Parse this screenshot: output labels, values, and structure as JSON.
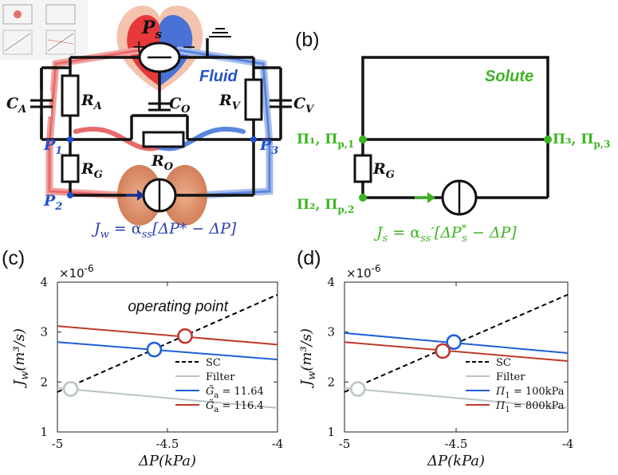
{
  "panels": {
    "a": {
      "source_label": "P",
      "source_sub": "s",
      "plus": "+",
      "minus": "−",
      "fluid": "Fluid",
      "ca": "C",
      "ca_sub": "A",
      "ra": "R",
      "ra_sub": "A",
      "co": "C",
      "co_sub": "O",
      "rv": "R",
      "rv_sub": "V",
      "cv": "C",
      "cv_sub": "V",
      "ro": "R",
      "ro_sub": "O",
      "rg": "R",
      "rg_sub": "G",
      "p1": "P",
      "p1_sub": "1",
      "p2": "P",
      "p2_sub": "2",
      "p3": "P",
      "p3_sub": "3",
      "eq": "J",
      "eq_sub": "w",
      "eq_rhs": " = α",
      "eq_rhs_sub": "ss",
      "eq_tail": "[ΔP* − ΔP]"
    },
    "b": {
      "label": "(b)",
      "solute": "Solute",
      "n1": "Π₁, Π",
      "n1_sub": "p,1",
      "n2": "Π₂, Π",
      "n2_sub": "p,2",
      "n3": "Π₃, Π",
      "n3_sub": "p,3",
      "rg": "R",
      "rg_sub": "G",
      "eq": "J",
      "eq_sub": "s",
      "eq_rhs": " = α",
      "eq_rhs_sub": "ss",
      "eq_tail": "′[ΔP",
      "eq_tail2": "*",
      "eq_tail2_sub": "s",
      "eq_tail3": " − ΔP]"
    },
    "c": {
      "label": "(c)"
    },
    "d": {
      "label": "(d)"
    }
  },
  "colors": {
    "red": "#cc2a2a",
    "blue": "#2553c9",
    "green": "#3cb521",
    "sc": "#000000",
    "filter": "#b9c4c4",
    "series_blue": "#1f5fd8",
    "series_red": "#c0392b"
  },
  "chart_data": [
    {
      "type": "line",
      "xlabel": "ΔP(kPa)",
      "ylabel": "J_w (m³/s)",
      "ylabel_main": "J",
      "ylabel_sub": "w",
      "ylabel_rest": "(m³/s)",
      "y_scale_label": "×10",
      "y_scale_exp": "-6",
      "xlim": [
        -5,
        -4
      ],
      "ylim": [
        1,
        4
      ],
      "xticks": [
        "-5",
        "-4.5",
        "-4"
      ],
      "yticks": [
        "1",
        "2",
        "3",
        "4"
      ],
      "annotation": "operating point",
      "legend_position": "bottom-right",
      "series": [
        {
          "name": "SC",
          "style": "dashed",
          "color": "#000000",
          "x": [
            -5,
            -4
          ],
          "y": [
            1.8,
            3.75
          ]
        },
        {
          "name": "Filter",
          "style": "solid",
          "color": "#b9c4c4",
          "x": [
            -5,
            -4
          ],
          "y": [
            1.88,
            1.48
          ]
        },
        {
          "name": "G̃_a = 11.64",
          "legend_main": "G̃",
          "legend_sub": "a",
          "legend_tail": " = 11.64",
          "style": "solid",
          "color": "#1f5fd8",
          "x": [
            -5,
            -4
          ],
          "y": [
            2.8,
            2.45
          ]
        },
        {
          "name": "G̃_a = 116.4",
          "legend_main": "G̃",
          "legend_sub": "a",
          "legend_tail": " = 116.4",
          "style": "solid",
          "color": "#c0392b",
          "x": [
            -5,
            -4
          ],
          "y": [
            3.12,
            2.75
          ]
        }
      ],
      "markers": [
        {
          "x": -4.94,
          "y": 1.86,
          "color": "#b9c4c4"
        },
        {
          "x": -4.56,
          "y": 2.65,
          "color": "#1f5fd8"
        },
        {
          "x": -4.42,
          "y": 2.92,
          "color": "#c0392b"
        }
      ]
    },
    {
      "type": "line",
      "xlabel": "ΔP(kPa)",
      "ylabel": "J_w (m³/s)",
      "ylabel_main": "J",
      "ylabel_sub": "w",
      "ylabel_rest": "(m³/s)",
      "y_scale_label": "×10",
      "y_scale_exp": "-6",
      "xlim": [
        -5,
        -4
      ],
      "ylim": [
        1,
        4
      ],
      "xticks": [
        "-5",
        "-4.5",
        "-4"
      ],
      "yticks": [
        "1",
        "2",
        "3",
        "4"
      ],
      "legend_position": "bottom-right",
      "series": [
        {
          "name": "SC",
          "style": "dashed",
          "color": "#000000",
          "x": [
            -5,
            -4
          ],
          "y": [
            1.8,
            3.75
          ]
        },
        {
          "name": "Filter",
          "style": "solid",
          "color": "#b9c4c4",
          "x": [
            -5,
            -4
          ],
          "y": [
            1.88,
            1.48
          ]
        },
        {
          "name": "Π₁ = 100kPa",
          "legend_main": "Π",
          "legend_sub": "1",
          "legend_tail": " = 100kPa",
          "style": "solid",
          "color": "#1f5fd8",
          "x": [
            -5,
            -4
          ],
          "y": [
            2.98,
            2.58
          ]
        },
        {
          "name": "Π₁ = 800kPa",
          "legend_main": "Π",
          "legend_sub": "1",
          "legend_tail": " = 800kPa",
          "style": "solid",
          "color": "#c0392b",
          "x": [
            -5,
            -4
          ],
          "y": [
            2.8,
            2.42
          ]
        }
      ],
      "markers": [
        {
          "x": -4.94,
          "y": 1.86,
          "color": "#b9c4c4"
        },
        {
          "x": -4.51,
          "y": 2.8,
          "color": "#1f5fd8"
        },
        {
          "x": -4.56,
          "y": 2.62,
          "color": "#c0392b"
        }
      ]
    }
  ]
}
